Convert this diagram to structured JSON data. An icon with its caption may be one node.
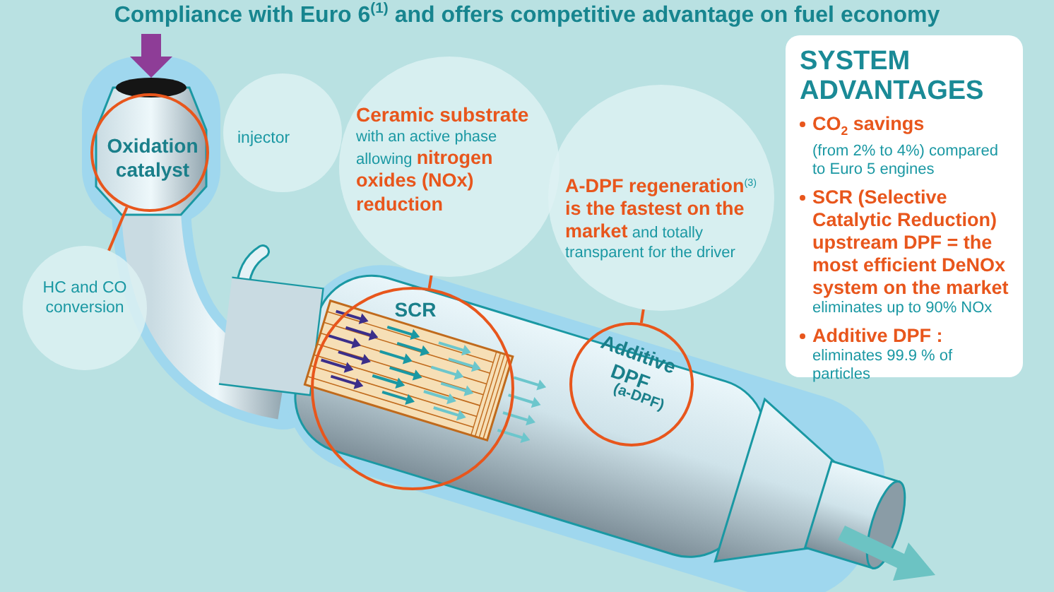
{
  "diagram": {
    "title": "Compliance with Euro 6$^{(1)}$ and offers competitive advantage on fuel economy",
    "nodes": [
      {
        "text": [
          "Oxidation catalyst"
        ]
      },
      {
        "text": [
          "HC and CO conversion"
        ]
      },
      {
        "text": [
          "injector"
        ]
      },
      {
        "text": [
          "Ceramic substrate",
          "with an active phase allowing **nitrogen oxides (NOx) reduction**"
        ]
      },
      {
        "text": [
          "SCR"
        ]
      },
      {
        "text": [
          "**A-DPF regeneration**$^{(3)}$ **is the fastest on the market** and totally transparent for the driver"
        ]
      },
      {
        "text": [
          "Additive DPF",
          "(a-DPF)"
        ]
      },
      {
        "text": [
          "SYSTEM ADVANTAGES",
          "CO$_{2}$ savings",
          "(from 2% to 4%) compared to Euro 5 engines",
          "SCR (Selective Catalytic Reduction) upstream DPF = the most efficient DeNOx system on the market",
          "eliminates up to 90% NOx",
          "Additive DPF :",
          "eliminates 99.9 % of particles"
        ]
      }
    ],
    "edges": [
      {
        "from": 0,
        "to": 1,
        "arrow": "none"
      },
      {
        "from": 3,
        "to": 4,
        "arrow": "none"
      },
      {
        "from": 5,
        "to": 6,
        "arrow": "none"
      }
    ]
  }
}
